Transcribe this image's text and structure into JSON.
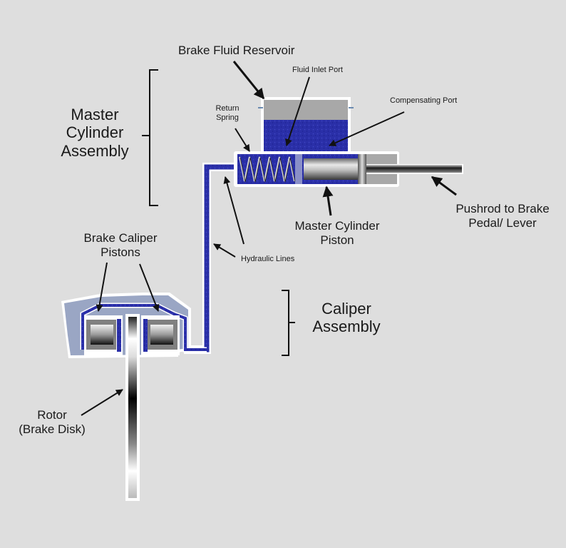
{
  "diagram": {
    "title": "Hydraulic Disc Brake System",
    "colors": {
      "background": "#dedede",
      "fluid": "#2a2fa8",
      "reservoir_air": "#a8a8a8",
      "caliper_body": "#9aa6c4",
      "outline": "#ffffff",
      "arrow": "#111111"
    },
    "groups": {
      "master_cylinder": {
        "line1": "Master",
        "line2": "Cylinder",
        "line3": "Assembly"
      },
      "caliper": {
        "line1": "Caliper",
        "line2": "Assembly"
      }
    },
    "labels": {
      "reservoir": "Brake Fluid Reservoir",
      "inlet_port": "Fluid Inlet Port",
      "compensating_port": "Compensating Port",
      "return_spring": {
        "line1": "Return",
        "line2": "Spring"
      },
      "mc_piston": {
        "line1": "Master Cylinder",
        "line2": "Piston"
      },
      "pushrod": {
        "line1": "Pushrod to Brake",
        "line2": "Pedal/ Lever"
      },
      "hydraulic_lines": "Hydraulic Lines",
      "caliper_pistons": {
        "line1": "Brake Caliper",
        "line2": "Pistons"
      },
      "rotor": {
        "line1": "Rotor",
        "line2": "(Brake Disk)"
      }
    }
  }
}
